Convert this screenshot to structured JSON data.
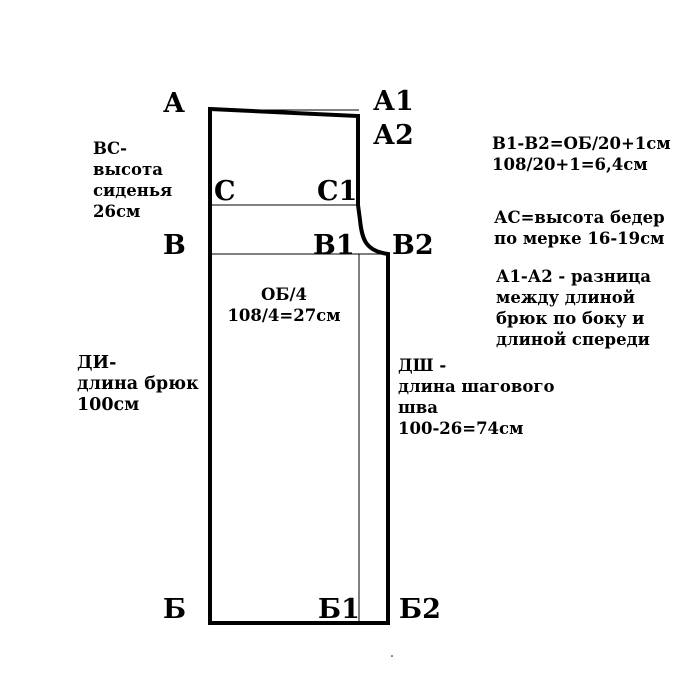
{
  "points": {
    "A": "А",
    "A1": "А1",
    "A2": "А2",
    "C": "С",
    "C1": "С1",
    "B": "В",
    "B1": "В1",
    "B2": "В2",
    "Bottom": "Б",
    "Bottom1": "Б1",
    "Bottom2": "Б2"
  },
  "annotations": {
    "seat_height": [
      "ВС-",
      "высота",
      "сиденья",
      "26см"
    ],
    "b1_b2": [
      "В1-В2=ОБ/20+1см",
      "108/20+1=6,4см"
    ],
    "ac": [
      "АС=высота бедер",
      "по мерке 16-19см"
    ],
    "a1_a2": [
      "А1-А2 - разница",
      "между длиной",
      "брюк по боку и",
      "длиной спереди"
    ],
    "ob": [
      "ОБ/4",
      "108/4=27см"
    ],
    "di": [
      "ДИ-",
      "длина брюк",
      "100см"
    ],
    "dsh": [
      "ДШ -",
      "длина шагового",
      "шва",
      "100-26=74см"
    ]
  },
  "colors": {
    "ink": "#000000",
    "paper": "#ffffff"
  }
}
